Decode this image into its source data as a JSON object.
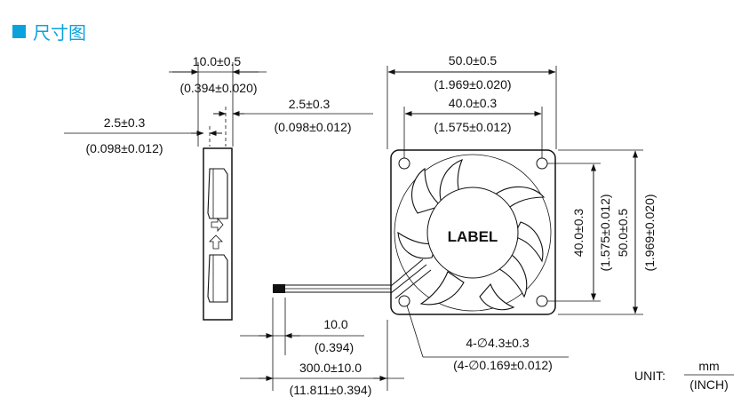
{
  "header": {
    "title": "尺寸图"
  },
  "dims": {
    "top_w": "10.0±0.5",
    "top_w_in": "(0.394±0.020)",
    "side_a": "2.5±0.3",
    "side_a_in": "(0.098±0.012)",
    "side_b": "2.5±0.3",
    "side_b_in": "(0.098±0.012)",
    "fan_w": "50.0±0.5",
    "fan_w_in": "(1.969±0.020)",
    "hole_w": "40.0±0.3",
    "hole_w_in": "(1.575±0.012)",
    "hole_h": "40.0±0.3",
    "hole_h_in": "(1.575±0.012)",
    "fan_h": "50.0±0.5",
    "fan_h_in": "(1.969±0.020)",
    "strip": "10.0",
    "strip_in": "(0.394)",
    "lead": "300.0±10.0",
    "lead_in": "(11.811±0.394)",
    "holes": "4-∅4.3±0.3",
    "holes_in": "(4-∅0.169±0.012)"
  },
  "label": "LABEL",
  "unit": {
    "label": "UNIT:",
    "top": "mm",
    "bottom": "(INCH)"
  }
}
